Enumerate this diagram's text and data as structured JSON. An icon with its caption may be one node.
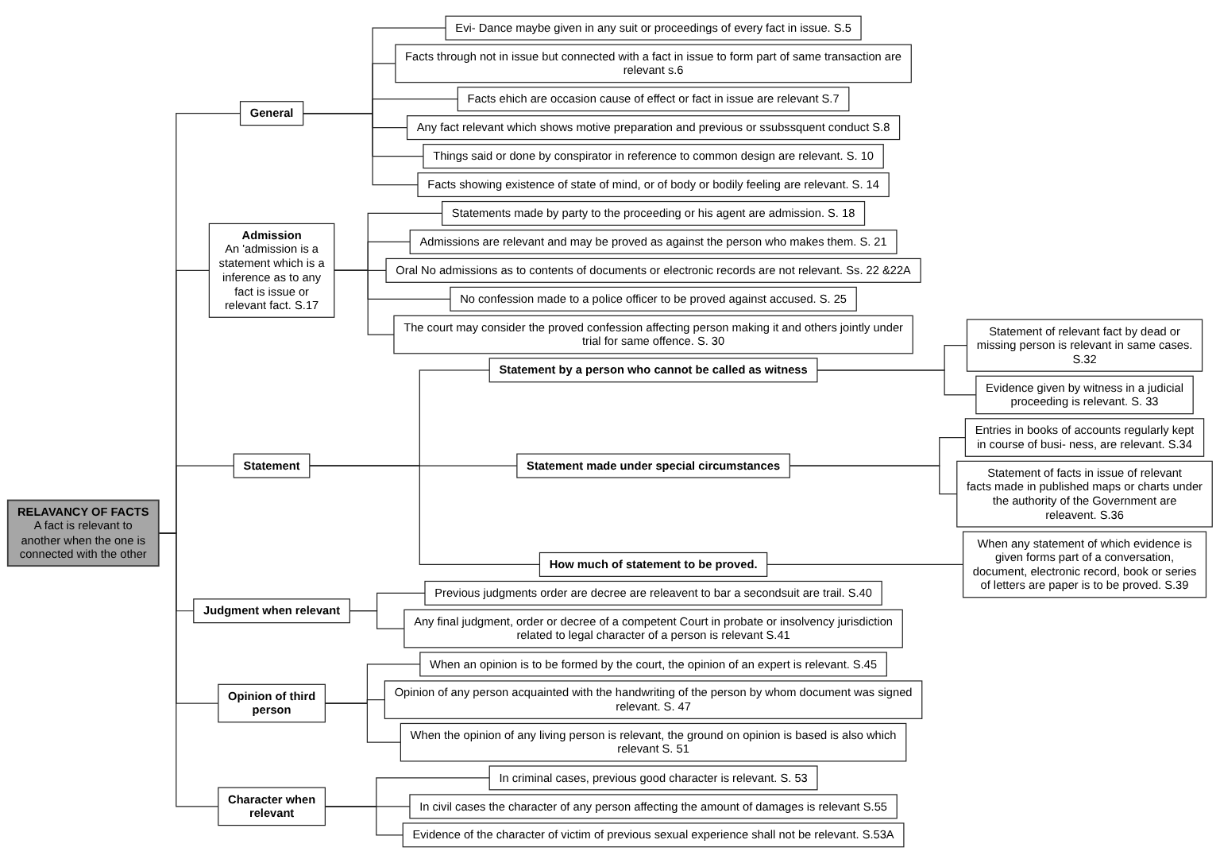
{
  "diagram": {
    "nodes": [
      {
        "text": [
          "RELAVANCY OF FACTS",
          "A fact is relevant to another when the one is connected with the other"
        ]
      },
      {
        "text": [
          "General"
        ]
      },
      {
        "text": [
          "Admission",
          "An 'admission is a statement which is a inference as to any fact is issue or relevant fact. S.17"
        ]
      },
      {
        "text": [
          "Statement"
        ]
      },
      {
        "text": [
          "Judgment when relevant"
        ]
      },
      {
        "text": [
          "Previous judgments order are decree are releavent to bar a secondsuit are trail. S.40"
        ]
      },
      {
        "text": [
          "Opinion of third person"
        ]
      },
      {
        "text": [
          "Character when relevant"
        ]
      },
      {
        "text": [
          "Evi- Dance maybe given in any suit or proceedings of every fact in issue. S.5"
        ]
      },
      {
        "text": [
          "Facts through not in issue but connected with a fact in issue to form part of same transaction are relevant s.6"
        ]
      },
      {
        "text": [
          "Facts ehich are occasion cause of effect or fact in issue are relevant S.7"
        ]
      },
      {
        "text": [
          "Any fact relevant which shows motive preparation and previous or ssubssquent conduct S.8"
        ]
      },
      {
        "text": [
          "Things said or done by conspirator in reference to common design are relevant. S. 10"
        ]
      },
      {
        "text": [
          "Facts showing existence of state of mind, or of body or bodily feeling are relevant. S. 14"
        ]
      },
      {
        "text": [
          "Statements made by party to the proceeding or his agent are admission. S. 18"
        ]
      },
      {
        "text": [
          "Admissions are relevant and may be proved as against the person who makes them. S. 21"
        ]
      },
      {
        "text": [
          "Oral No admissions as to contents of documents or electronic records are not relevant. Ss. 22 &22A"
        ]
      },
      {
        "text": [
          "No confession made to a police officer to be proved against accused. S. 25"
        ]
      },
      {
        "text": [
          "The court may consider the proved confession affecting person making it and others jointly under trial for same offence. S. 30"
        ]
      },
      {
        "text": [
          "Statement by a person who cannot be called as witness"
        ]
      },
      {
        "text": [
          "Statement made under special circumstances"
        ]
      },
      {
        "text": [
          "How much of statement to be proved."
        ]
      },
      {
        "text": [
          "Any final judgment, order or decree of a competent Court in probate or insolvency jurisdiction related to legal character of a person is relevant S.41"
        ]
      },
      {
        "text": [
          "When an opinion is to be formed by the court, the opinion of an expert is relevant. S.45"
        ]
      },
      {
        "text": [
          "Opinion of any person acquainted with the handwriting of the person by whom document was signed relevant. S. 47"
        ]
      },
      {
        "text": [
          "When the opinion of any living person is relevant, the ground on opinion is based is also which relevant S. 51"
        ]
      },
      {
        "text": [
          "In criminal cases, previous good character is relevant. S. 53"
        ]
      },
      {
        "text": [
          "In civil cases the character of any person affecting the amount of damages is relevant S.55"
        ]
      },
      {
        "text": [
          "Statement of relevant fact by dead or missing person is relevant in same cases. S.32"
        ]
      },
      {
        "text": [
          "Evidence given by witness in a judicial proceeding is relevant. S. 33"
        ]
      },
      {
        "text": [
          "Entries in books of accounts regularly kept in course of busi- ness, are relevant. S.34"
        ]
      },
      {
        "text": [
          "Statement of facts in issue of relevant facts made in published maps or charts under the authority of the Government are releavent. S.36"
        ]
      },
      {
        "text": [
          "When any statement of which evidence is given forms part of a conversation, document, electronic record, book or series of letters are paper is to be proved. S.39"
        ]
      },
      {
        "text": [
          "Evidence of the character of victim of previous sexual experience shall not be relevant. S.53A"
        ]
      }
    ],
    "edges": [
      {
        "from": 0,
        "to": 1,
        "arrow": "none"
      },
      {
        "from": 0,
        "to": 2,
        "arrow": "none"
      },
      {
        "from": 0,
        "to": 3,
        "arrow": "none"
      },
      {
        "from": 0,
        "to": 4,
        "arrow": "none"
      },
      {
        "from": 0,
        "to": 6,
        "arrow": "none"
      },
      {
        "from": 0,
        "to": 7,
        "arrow": "none"
      },
      {
        "from": 1,
        "to": 8,
        "arrow": "none"
      },
      {
        "from": 1,
        "to": 9,
        "arrow": "none"
      },
      {
        "from": 1,
        "to": 10,
        "arrow": "none"
      },
      {
        "from": 1,
        "to": 11,
        "arrow": "none"
      },
      {
        "from": 1,
        "to": 12,
        "arrow": "none"
      },
      {
        "from": 1,
        "to": 13,
        "arrow": "none"
      },
      {
        "from": 2,
        "to": 14,
        "arrow": "none"
      },
      {
        "from": 2,
        "to": 15,
        "arrow": "none"
      },
      {
        "from": 2,
        "to": 16,
        "arrow": "none"
      },
      {
        "from": 2,
        "to": 17,
        "arrow": "none"
      },
      {
        "from": 2,
        "to": 18,
        "arrow": "none"
      },
      {
        "from": 3,
        "to": 19,
        "arrow": "none"
      },
      {
        "from": 3,
        "to": 20,
        "arrow": "none"
      },
      {
        "from": 3,
        "to": 21,
        "arrow": "none"
      },
      {
        "from": 4,
        "to": 5,
        "arrow": "none"
      },
      {
        "from": 4,
        "to": 22,
        "arrow": "none"
      },
      {
        "from": 6,
        "to": 23,
        "arrow": "none"
      },
      {
        "from": 6,
        "to": 24,
        "arrow": "none"
      },
      {
        "from": 6,
        "to": 25,
        "arrow": "none"
      },
      {
        "from": 7,
        "to": 26,
        "arrow": "none"
      },
      {
        "from": 7,
        "to": 27,
        "arrow": "none"
      },
      {
        "from": 7,
        "to": 33,
        "arrow": "none"
      },
      {
        "from": 19,
        "to": 28,
        "arrow": "none"
      },
      {
        "from": 19,
        "to": 29,
        "arrow": "none"
      },
      {
        "from": 20,
        "to": 30,
        "arrow": "none"
      },
      {
        "from": 20,
        "to": 31,
        "arrow": "none"
      },
      {
        "from": 21,
        "to": 32,
        "arrow": "none"
      }
    ]
  }
}
